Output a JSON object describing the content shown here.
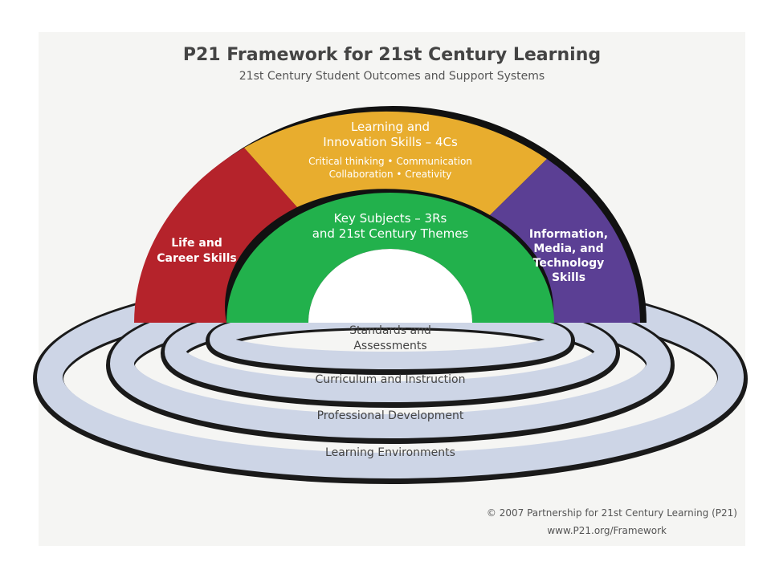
{
  "title": "P21 Framework for 21st Century Learning",
  "subtitle": "21st Century Student Outcomes and Support Systems",
  "arcs": {
    "life_career": {
      "lines": [
        "Life and",
        "Career Skills"
      ],
      "color": "#b5232b"
    },
    "learning_innovation": {
      "title_lines": [
        "Learning and",
        "Innovation Skills – 4Cs"
      ],
      "detail_lines": [
        "Critical thinking • Communication",
        "Collaboration • Creativity"
      ],
      "color": "#e8ad2e"
    },
    "info_media_tech": {
      "lines": [
        "Information,",
        "Media, and",
        "Technology",
        "Skills"
      ],
      "color": "#5b3f94"
    },
    "key_subjects": {
      "lines": [
        "Key Subjects – 3Rs",
        "and 21st Century Themes"
      ],
      "color": "#22b14c"
    }
  },
  "support_systems": {
    "color": "#cdd5e6",
    "rings": [
      {
        "lines": [
          "Standards and",
          "Assessments"
        ]
      },
      {
        "lines": [
          "Curriculum and Instruction"
        ]
      },
      {
        "lines": [
          "Professional Development"
        ]
      },
      {
        "lines": [
          "Learning Environments"
        ]
      }
    ]
  },
  "footer": {
    "copyright": "© 2007  Partnership for 21st Century Learning (P21)",
    "url": "www.P21.org/Framework"
  }
}
